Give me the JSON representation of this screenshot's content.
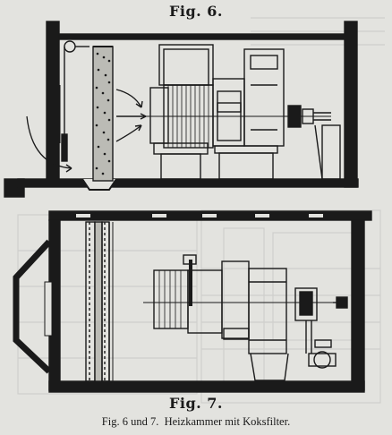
{
  "figures": [
    {
      "label": "Fig. 6."
    },
    {
      "label": "Fig. 7."
    }
  ],
  "caption": {
    "prefix": "Fig. 6 und 7.",
    "text": "Heizkammer mit Koksfilter."
  },
  "colors": {
    "paper": "#e3e3df",
    "ink": "#1a1a1a",
    "ghost_ink": "#6e6e6e"
  }
}
